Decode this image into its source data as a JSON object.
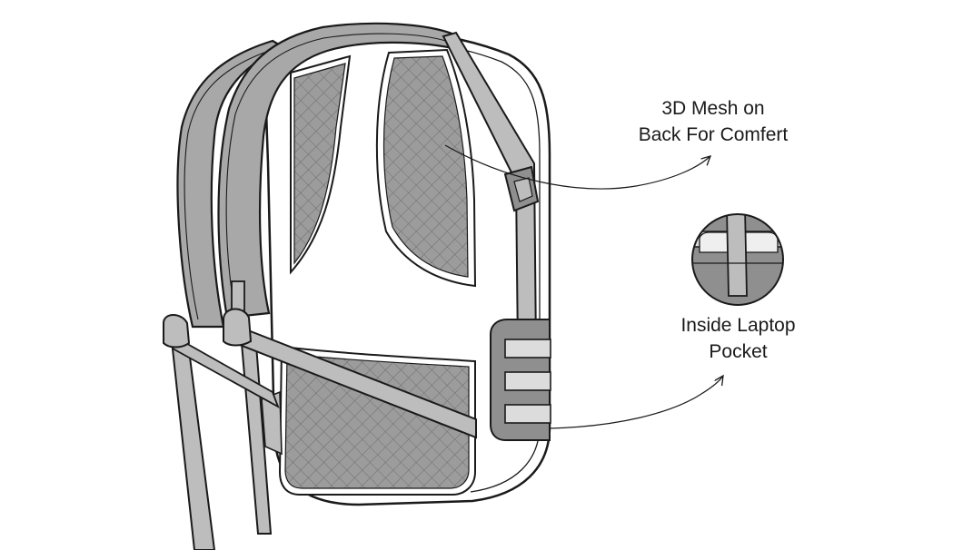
{
  "illustration": {
    "subject": "backpack-back-view",
    "colors": {
      "outline": "#1a1a1a",
      "padding_fill": "#a8a8a8",
      "strap_fill": "#bdbdbd",
      "body_fill": "#ffffff",
      "mesh_fill": "#9c9c9c",
      "inset_fill": "#8f8f8f"
    }
  },
  "callouts": {
    "mesh": {
      "line1": "3D Mesh on",
      "line2": "Back For Comfert"
    },
    "laptop": {
      "line1": "Inside Laptop",
      "line2": "Pocket"
    }
  }
}
